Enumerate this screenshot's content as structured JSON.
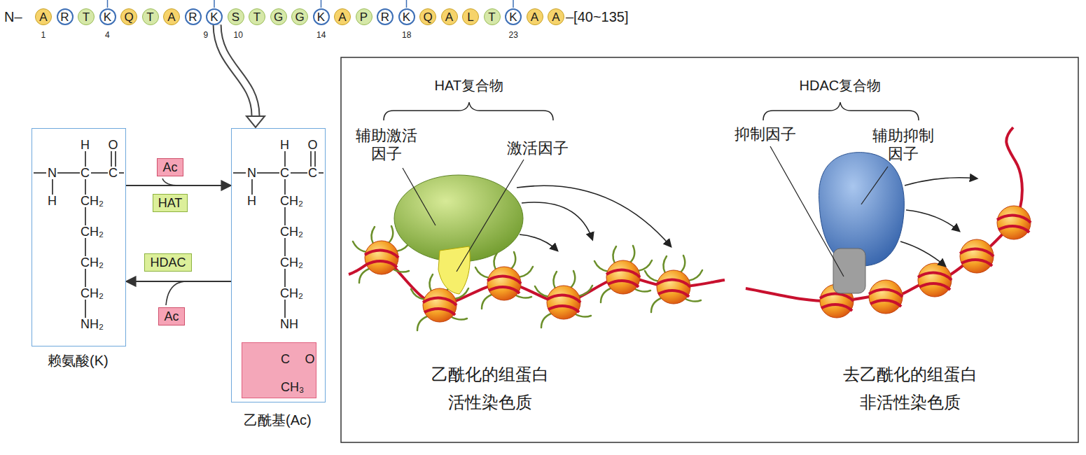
{
  "diagram": {
    "nodes": [
      {
        "text": [
          "A"
        ]
      },
      {
        "text": [
          "R"
        ]
      },
      {
        "text": [
          "T"
        ]
      },
      {
        "text": [
          "K"
        ]
      },
      {
        "text": [
          "Q"
        ]
      },
      {
        "text": [
          "T"
        ]
      },
      {
        "text": [
          "A"
        ]
      },
      {
        "text": [
          "R"
        ]
      },
      {
        "text": [
          "K"
        ]
      },
      {
        "text": [
          "S"
        ]
      },
      {
        "text": [
          "T"
        ]
      },
      {
        "text": [
          "G"
        ]
      },
      {
        "text": [
          "G"
        ]
      },
      {
        "text": [
          "K"
        ]
      },
      {
        "text": [
          "A"
        ]
      },
      {
        "text": [
          "P"
        ]
      },
      {
        "text": [
          "R"
        ]
      },
      {
        "text": [
          "K"
        ]
      },
      {
        "text": [
          "Q"
        ]
      },
      {
        "text": [
          "A"
        ]
      },
      {
        "text": [
          "L"
        ]
      },
      {
        "text": [
          "T"
        ]
      },
      {
        "text": [
          "K"
        ]
      },
      {
        "text": [
          "A"
        ]
      },
      {
        "text": [
          "A"
        ]
      },
      {
        "text": [
          "H",
          "O",
          "N",
          "C",
          "C",
          "H",
          "CH₂",
          "CH₂",
          "CH₂",
          "CH₂",
          "NH₂",
          "赖氨酸(K)"
        ]
      },
      {
        "text": [
          "Ac"
        ]
      },
      {
        "text": [
          "HAT"
        ]
      },
      {
        "text": [
          "HDAC"
        ]
      },
      {
        "text": [
          "Ac"
        ]
      },
      {
        "text": [
          "H",
          "O",
          "N",
          "C",
          "C",
          "H",
          "CH₂",
          "CH₂",
          "CH₂",
          "CH₂",
          "NH",
          "乙酰基(Ac)"
        ]
      },
      {
        "text": [
          "C",
          "O",
          "CH₃"
        ],
        "in": 30
      }
    ],
    "edges": [
      {
        "from": 8,
        "to": 30,
        "arrow": "to"
      },
      {
        "from": 25,
        "to": 30,
        "arrow": "to"
      },
      {
        "from": 30,
        "to": 25,
        "arrow": "to"
      }
    ],
    "labels": [
      "N–",
      "–[40~135]",
      "1",
      "4",
      "9",
      "10",
      "14",
      "18",
      "23",
      "HAT复合物",
      "辅助激活 因子",
      "激活因子",
      "乙酰化的组蛋白",
      "活性染色质",
      "HDAC复合物",
      "抑制因子",
      "辅助抑制 因子",
      "去乙酰化的组蛋白",
      "非活性染色质"
    ]
  }
}
